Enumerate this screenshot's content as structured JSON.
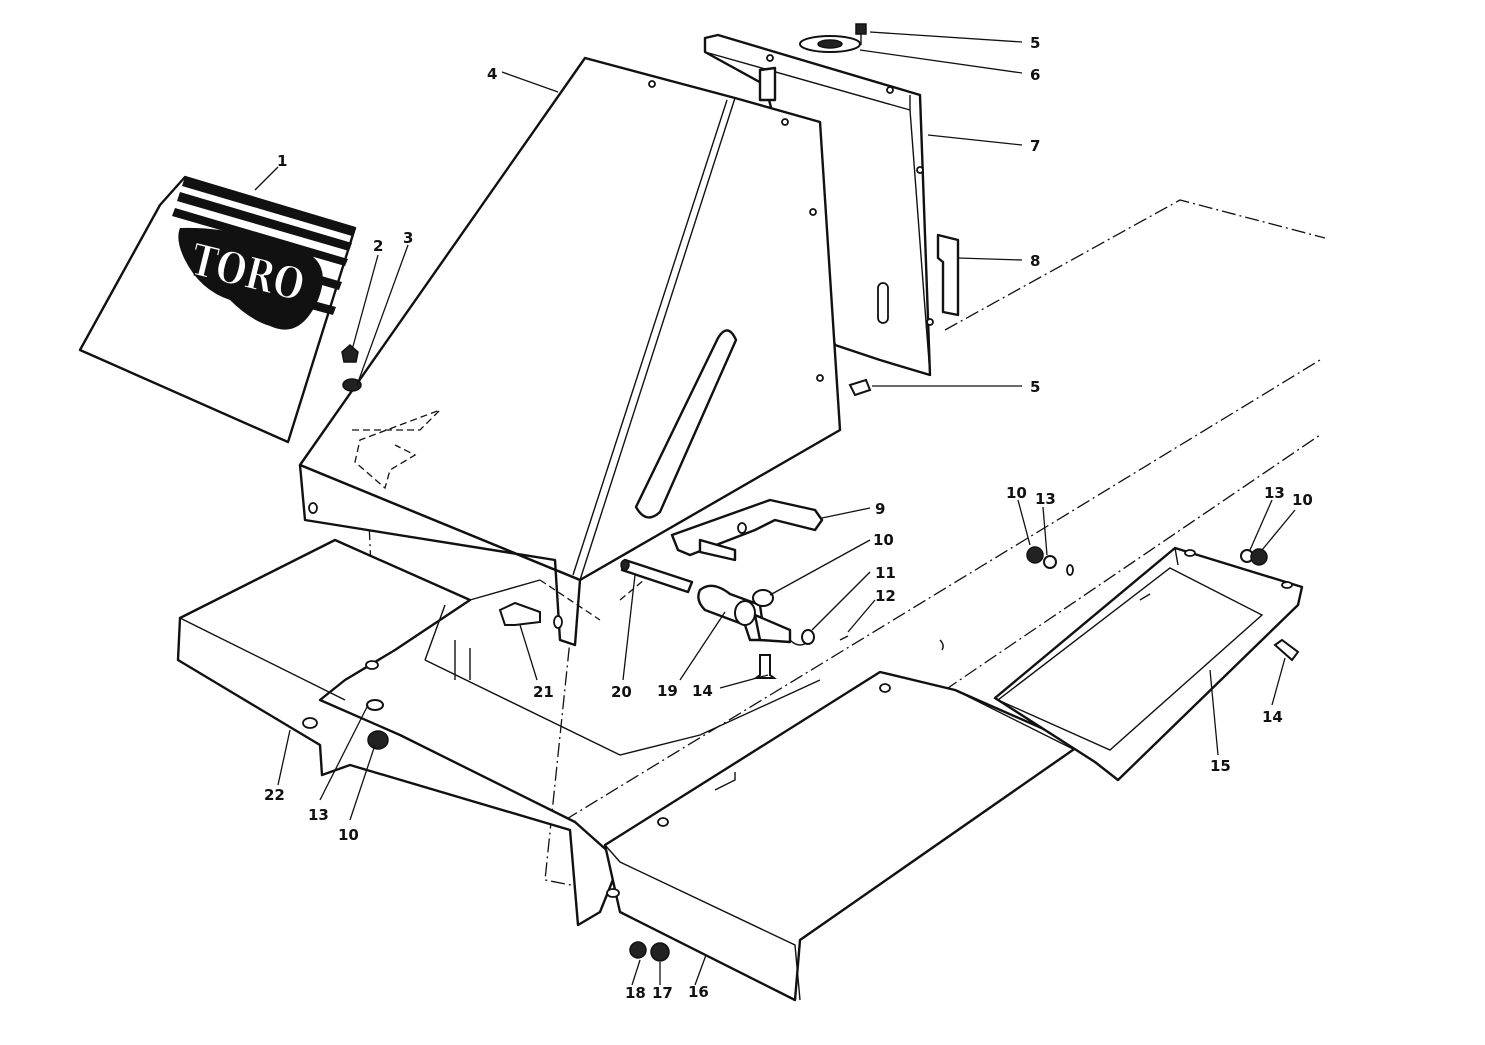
{
  "diagram": {
    "logo_text": "TORO",
    "callouts": [
      {
        "id": "c1",
        "text": "1"
      },
      {
        "id": "c2",
        "text": "2"
      },
      {
        "id": "c3",
        "text": "3"
      },
      {
        "id": "c4",
        "text": "4"
      },
      {
        "id": "c5a",
        "text": "5"
      },
      {
        "id": "c6",
        "text": "6"
      },
      {
        "id": "c7",
        "text": "7"
      },
      {
        "id": "c8",
        "text": "8"
      },
      {
        "id": "c5b",
        "text": "5"
      },
      {
        "id": "c9",
        "text": "9"
      },
      {
        "id": "c10a",
        "text": "10"
      },
      {
        "id": "c11",
        "text": "11"
      },
      {
        "id": "c12",
        "text": "12"
      },
      {
        "id": "c14a",
        "text": "14"
      },
      {
        "id": "c19",
        "text": "19"
      },
      {
        "id": "c20",
        "text": "20"
      },
      {
        "id": "c21",
        "text": "21"
      },
      {
        "id": "c22",
        "text": "22"
      },
      {
        "id": "c13a",
        "text": "13"
      },
      {
        "id": "c10b",
        "text": "10"
      },
      {
        "id": "c10c",
        "text": "10"
      },
      {
        "id": "c13b",
        "text": "13"
      },
      {
        "id": "c13c",
        "text": "13"
      },
      {
        "id": "c10d",
        "text": "10"
      },
      {
        "id": "c14b",
        "text": "14"
      },
      {
        "id": "c15",
        "text": "15"
      },
      {
        "id": "c18",
        "text": "18"
      },
      {
        "id": "c17",
        "text": "17"
      },
      {
        "id": "c16",
        "text": "16"
      }
    ]
  }
}
